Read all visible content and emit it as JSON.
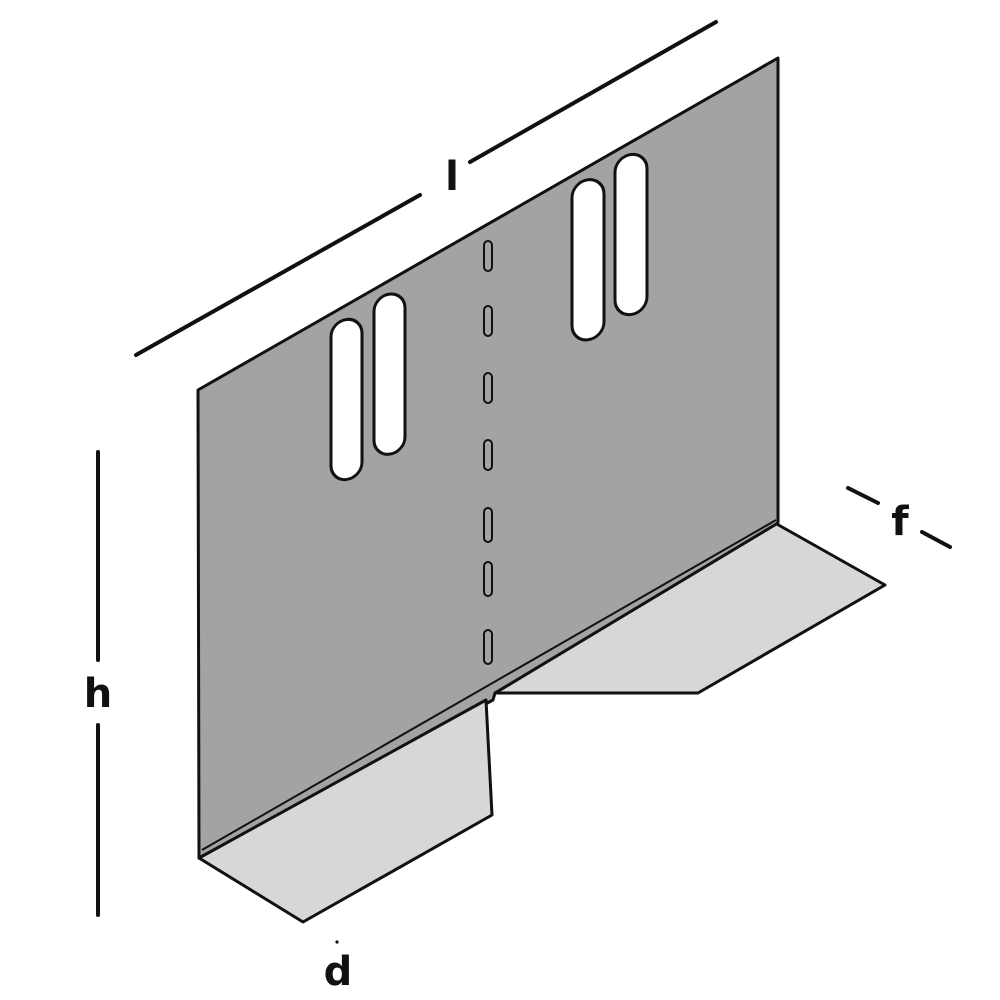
{
  "dimensions": {
    "length": "l",
    "height": "h",
    "flange_front": "d",
    "flange_back": "f"
  },
  "colors": {
    "plate": "#a2a3a2",
    "flange": "#d6d7d6",
    "outline": "#111111",
    "slot": "#ffffff",
    "background": "#ffffff"
  }
}
